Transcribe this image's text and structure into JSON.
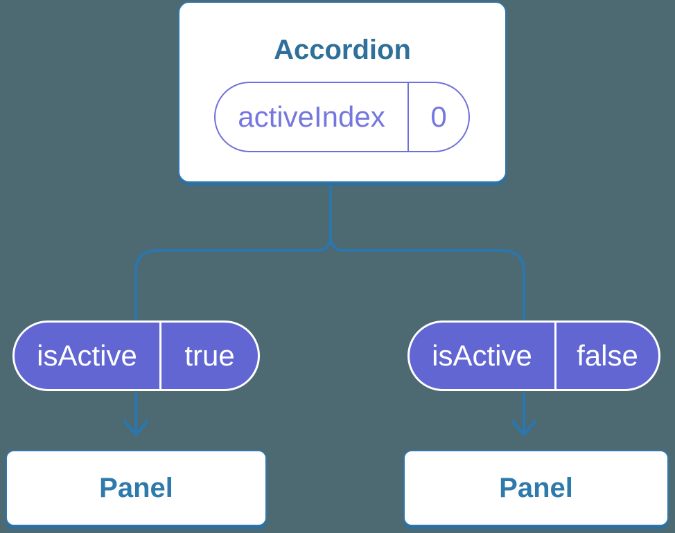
{
  "colors": {
    "bg": "#4d6972",
    "line": "#2d76ab",
    "card-border": "#3377a9",
    "card-shadow": "#2d6f9f",
    "title-text": "#2f7099",
    "panel-text": "#2e7aab",
    "pill-fill": "#6166d3",
    "prop-outline": "#6e70da",
    "prop-text": "#7577de"
  },
  "tree": {
    "root": {
      "title": "Accordion",
      "state": {
        "name": "activeIndex",
        "value": "0"
      }
    },
    "children": [
      {
        "prop": {
          "name": "isActive",
          "value": "true"
        },
        "label": "Panel"
      },
      {
        "prop": {
          "name": "isActive",
          "value": "false"
        },
        "label": "Panel"
      }
    ]
  }
}
